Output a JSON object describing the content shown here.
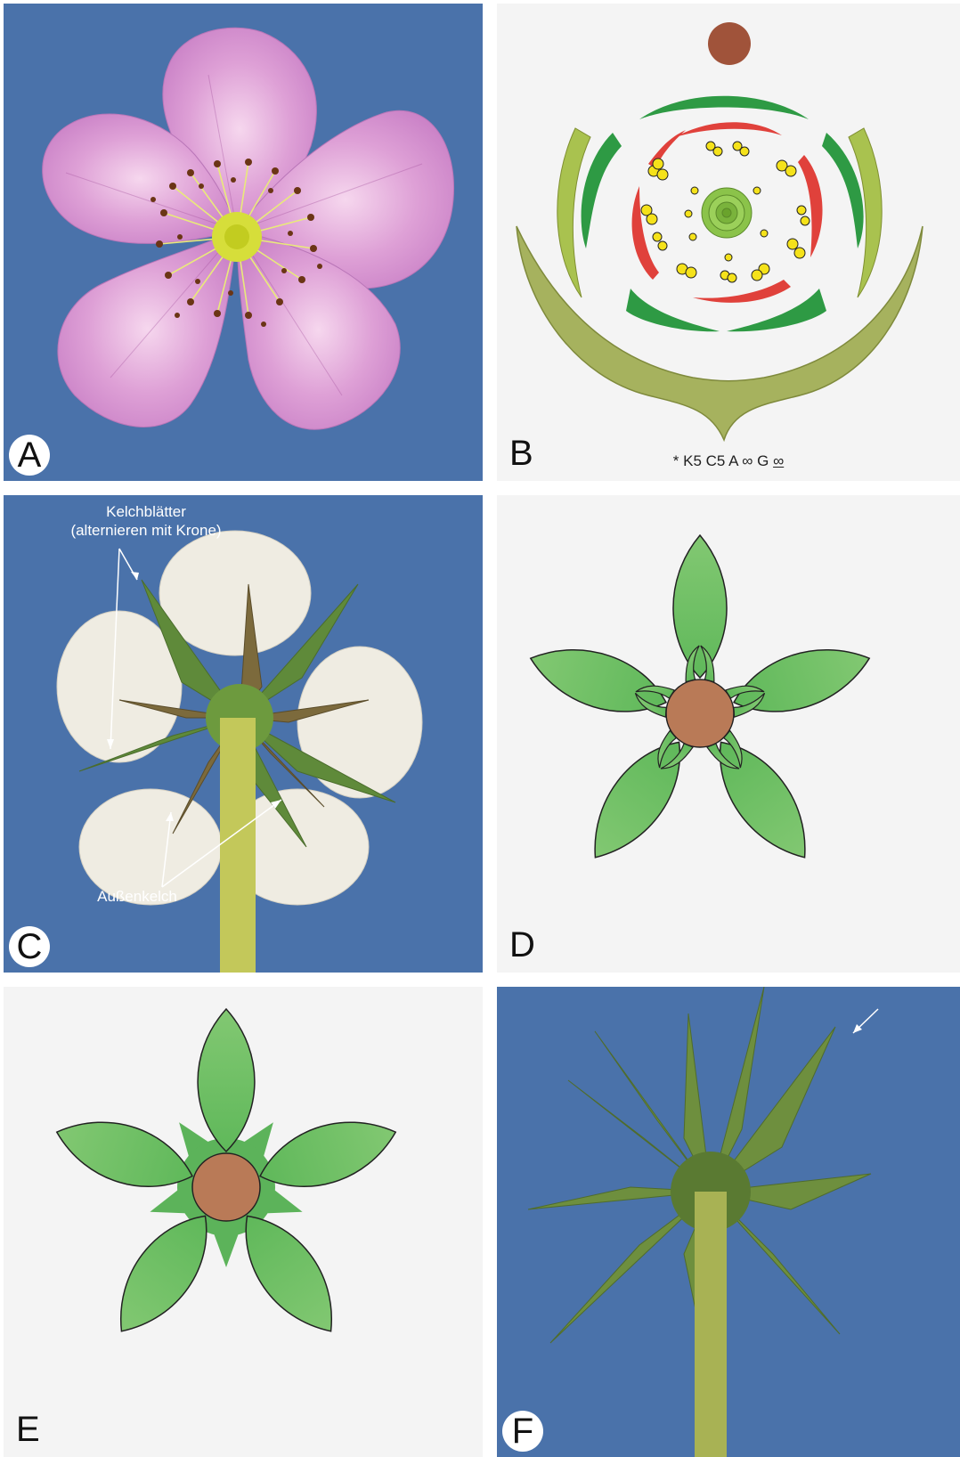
{
  "panels": {
    "a": {
      "label": "A"
    },
    "b": {
      "label": "B",
      "formula": {
        "prefix": "* K5 C5 A ∞ G ",
        "gynoecium": "∞"
      }
    },
    "c": {
      "label": "C",
      "sepals_line1": "Kelchblätter",
      "sepals_line2": "(alternieren mit Krone)",
      "epicalyx": "Außenkelch"
    },
    "d": {
      "label": "D"
    },
    "e": {
      "label": "E"
    },
    "f": {
      "label": "F"
    }
  },
  "colors": {
    "photo_background": "#4a72aa",
    "diagram_background": "#f4f4f4",
    "receptacle": "#b97a57",
    "sepal": "#72bf6a",
    "petal": "#e0413b",
    "stamen": "#f5e21a",
    "carpel": "#8bc34a",
    "epicalyx": "#a6c05a"
  }
}
